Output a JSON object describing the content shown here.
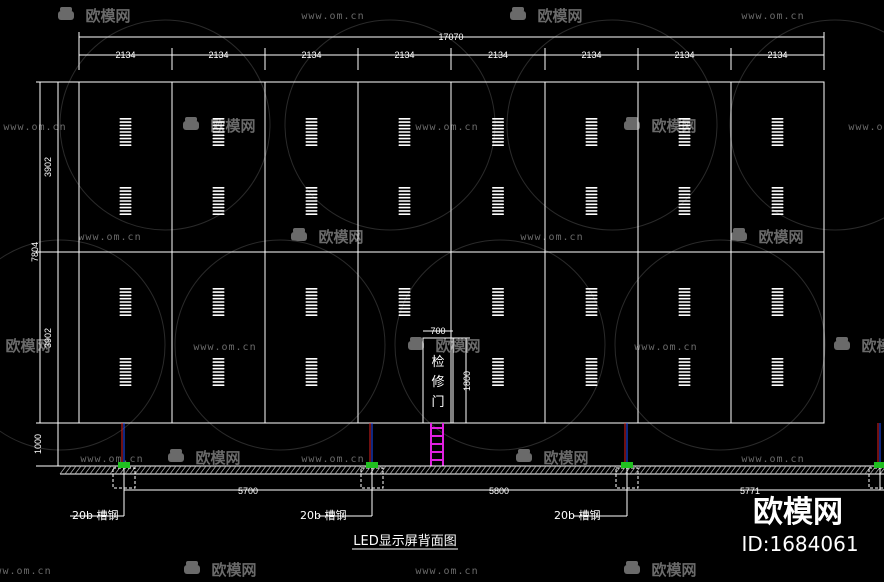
{
  "watermark": {
    "url": "www.om.cn",
    "cn": "欧模网"
  },
  "dims": {
    "total_width": "17070",
    "bay": "2134",
    "height_total": "7804",
    "height_upper": "3902",
    "height_lower": "3902",
    "base": "1000",
    "door_width": "700",
    "door_height": "1800",
    "span_left": "5700",
    "span_mid": "5800",
    "span_right": "5771"
  },
  "door_label": [
    "检",
    "修",
    "门"
  ],
  "steel_label": "20b 槽钢",
  "title": "LED显示屏背面图",
  "brand": {
    "name": "欧模网",
    "id": "ID:1684061"
  }
}
